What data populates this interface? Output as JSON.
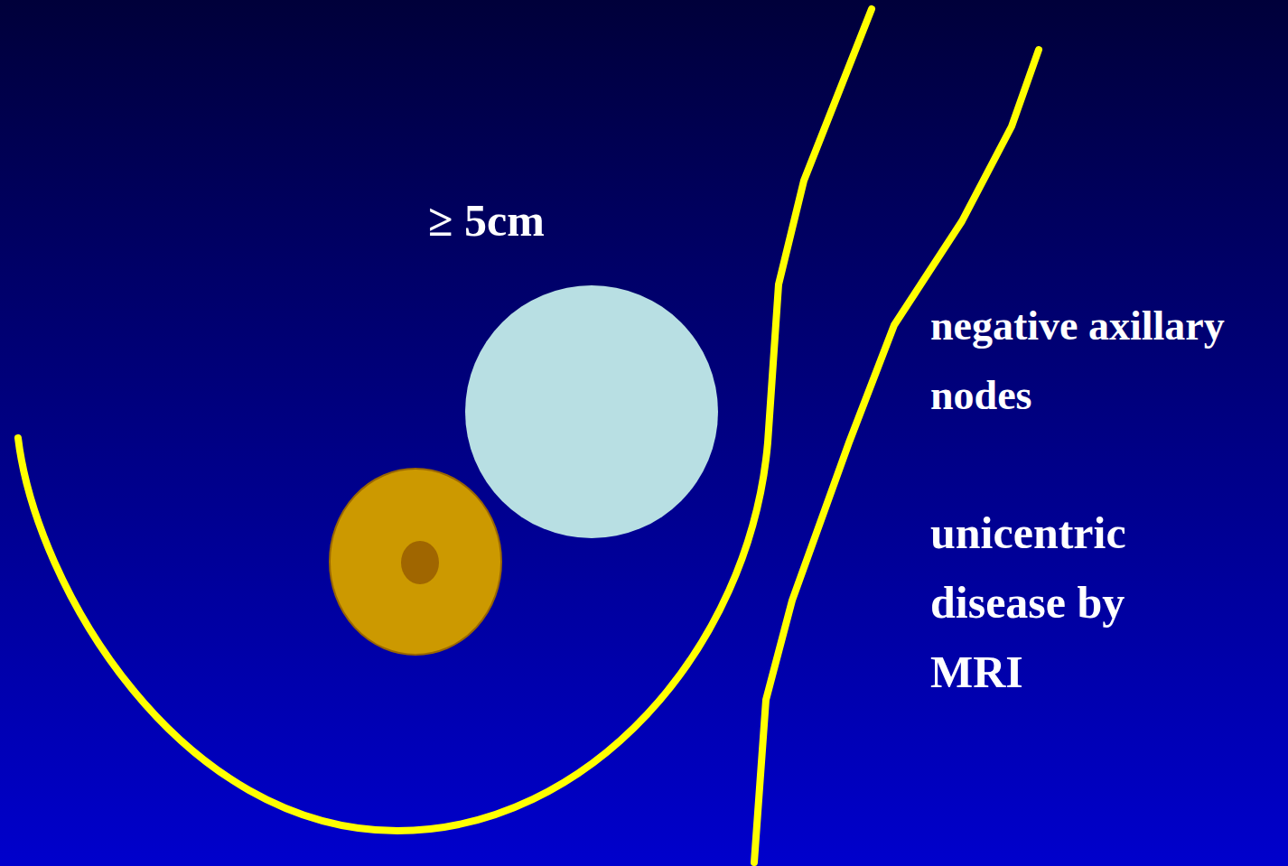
{
  "diagram": {
    "labels": [
      "≥ 5cm",
      "negative axillary nodes",
      "unicentric disease by MRI"
    ]
  }
}
